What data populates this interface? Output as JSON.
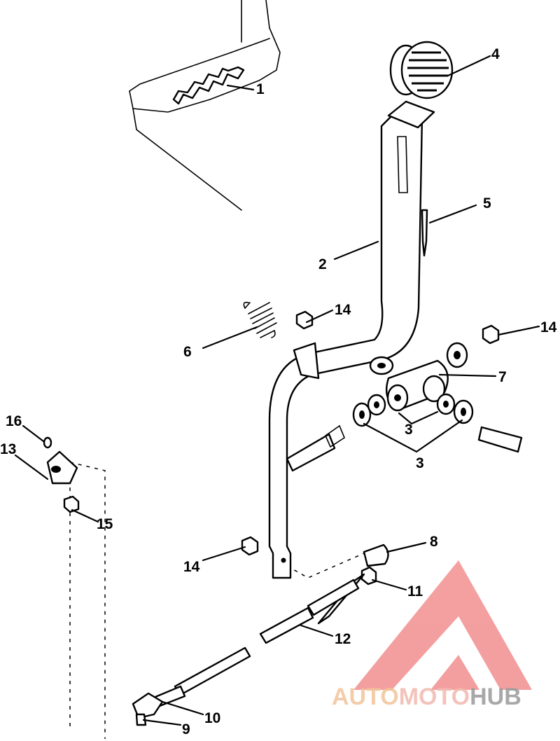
{
  "diagram": {
    "callouts": [
      {
        "id": "c1",
        "text": "1"
      },
      {
        "id": "c4",
        "text": "4"
      },
      {
        "id": "c5",
        "text": "5"
      },
      {
        "id": "c2",
        "text": "2"
      },
      {
        "id": "c14a",
        "text": "14"
      },
      {
        "id": "c14b",
        "text": "14"
      },
      {
        "id": "c6",
        "text": "6"
      },
      {
        "id": "c7",
        "text": "7"
      },
      {
        "id": "c3a",
        "text": "3"
      },
      {
        "id": "c3b",
        "text": "3"
      },
      {
        "id": "c16",
        "text": "16"
      },
      {
        "id": "c13",
        "text": "13"
      },
      {
        "id": "c15",
        "text": "15"
      },
      {
        "id": "c8",
        "text": "8"
      },
      {
        "id": "c14c",
        "text": "14"
      },
      {
        "id": "c11",
        "text": "11"
      },
      {
        "id": "c12",
        "text": "12"
      },
      {
        "id": "c10",
        "text": "10"
      },
      {
        "id": "c9",
        "text": "9"
      }
    ]
  },
  "watermark": {
    "word_start": "AUTO",
    "word_mid": "MOTO",
    "word_end": "HUB",
    "color_start": "#f2c49b",
    "color_mid": "#f2b9b0",
    "color_end": "#9a9a9a",
    "logo_color": "#f08080"
  }
}
